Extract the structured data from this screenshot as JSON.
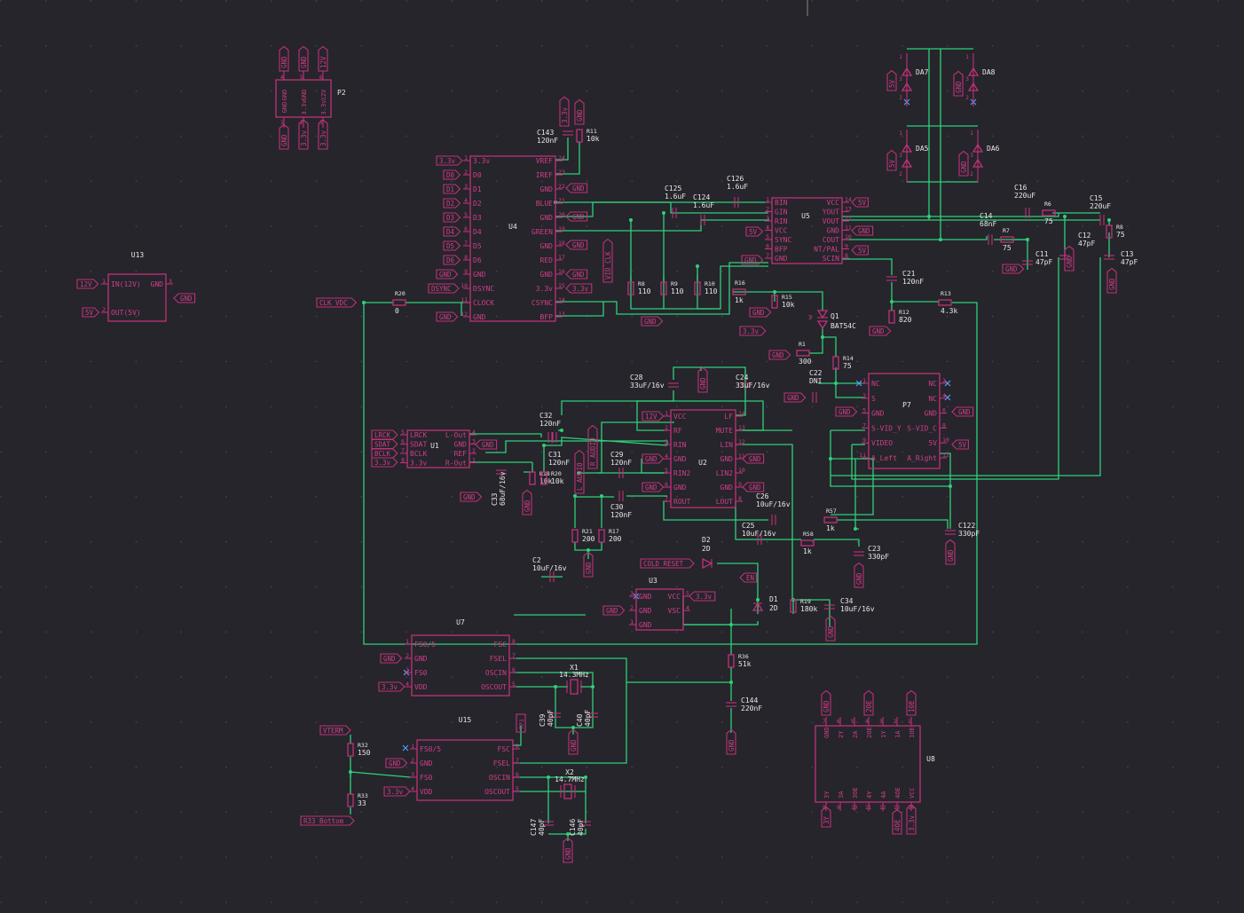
{
  "colors": {
    "background": "#25252b",
    "wire": "#2fd17a",
    "component": "#c2307a",
    "pin_text": "#d23d8a",
    "ref_text": "#e8e8e8",
    "no_connect": "#5aa0ff"
  },
  "chips": [
    {
      "id": "u4",
      "ref": "U4",
      "left": [
        [
          "3.3v",
          "1"
        ],
        [
          "D0",
          "2"
        ],
        [
          "D1",
          "3"
        ],
        [
          "D2",
          "4"
        ],
        [
          "D3",
          "5"
        ],
        [
          "D4",
          "6"
        ],
        [
          "D5",
          "7"
        ],
        [
          "D6",
          "8"
        ],
        [
          "GND",
          "9"
        ],
        [
          "DSYNC",
          "10"
        ],
        [
          "CLOCK",
          "11"
        ],
        [
          "GND",
          "12"
        ]
      ],
      "right": [
        [
          "VREF",
          "24"
        ],
        [
          "IREF",
          "23"
        ],
        [
          "GND",
          "22"
        ],
        [
          "BLUE",
          "21"
        ],
        [
          "GND",
          "20"
        ],
        [
          "GREEN",
          "19"
        ],
        [
          "GND",
          "18"
        ],
        [
          "RED",
          "17"
        ],
        [
          "GND",
          "16"
        ],
        [
          "3.3v",
          "15"
        ],
        [
          "CSYNC",
          "14"
        ],
        [
          "BFP",
          "13"
        ]
      ]
    },
    {
      "id": "u5",
      "ref": "U5",
      "left": [
        [
          "BIN",
          "1"
        ],
        [
          "GIN",
          "2"
        ],
        [
          "RIN",
          "3"
        ],
        [
          "VCC",
          "4"
        ],
        [
          "SYNC",
          "5"
        ],
        [
          "BFP",
          "6"
        ],
        [
          "GND",
          "7"
        ]
      ],
      "right": [
        [
          "VCC",
          "14"
        ],
        [
          "YOUT",
          "13"
        ],
        [
          "VOUT",
          "12"
        ],
        [
          "GND",
          "11"
        ],
        [
          "COUT",
          "10"
        ],
        [
          "NT/PAL",
          "9"
        ],
        [
          "SCIN",
          "8"
        ]
      ]
    },
    {
      "id": "u2",
      "ref": "U2",
      "left": [
        [
          "VCC",
          "1"
        ],
        [
          "RF",
          "2"
        ],
        [
          "RIN",
          "3"
        ],
        [
          "GND",
          "4"
        ],
        [
          "RIN2",
          "5"
        ],
        [
          "GND",
          "6"
        ],
        [
          "ROUT",
          "7"
        ]
      ],
      "right": [
        [
          "LF",
          "14"
        ],
        [
          "MUTE",
          "13"
        ],
        [
          "LIN",
          "12"
        ],
        [
          "GND",
          "11"
        ],
        [
          "LIN2",
          "10"
        ],
        [
          "GND",
          "9"
        ],
        [
          "LOUT",
          "8"
        ]
      ]
    },
    {
      "id": "u1",
      "ref": "U1",
      "left": [
        [
          "LRCK",
          "5"
        ],
        [
          "SDAT",
          "6"
        ],
        [
          "BCLK",
          "7"
        ],
        [
          "3.3v",
          "8"
        ]
      ],
      "right": [
        [
          "L-Out",
          "4"
        ],
        [
          "GND",
          "3"
        ],
        [
          "REF",
          "2"
        ],
        [
          "R-Out",
          "1"
        ]
      ]
    },
    {
      "id": "u13",
      "ref": "U13",
      "left": [
        [
          "IN(12V)",
          "1"
        ],
        [
          "OUT(5V)",
          "2"
        ]
      ],
      "right": [
        [
          "GND",
          "3"
        ]
      ]
    },
    {
      "id": "u7",
      "ref": "U7",
      "left": [
        [
          "FS0/5",
          "1"
        ],
        [
          "GND",
          "2"
        ],
        [
          "FS0",
          "3"
        ],
        [
          "VDD",
          "4"
        ]
      ],
      "right": [
        [
          "FSC",
          "8"
        ],
        [
          "FSEL",
          "7"
        ],
        [
          "OSCIN",
          "6"
        ],
        [
          "OSCOUT",
          "5"
        ]
      ]
    },
    {
      "id": "u15",
      "ref": "U15",
      "left": [
        [
          "FS0/5",
          "1"
        ],
        [
          "GND",
          "2"
        ],
        [
          "FS0",
          "3"
        ],
        [
          "VDD",
          "4"
        ]
      ],
      "right": [
        [
          "FSC",
          "8"
        ],
        [
          "FSEL",
          "7"
        ],
        [
          "OSCIN",
          "6"
        ],
        [
          "OSCOUT",
          "5"
        ]
      ]
    },
    {
      "id": "u3",
      "ref": "U3",
      "left": [
        [
          "GND",
          "3"
        ],
        [
          "GND",
          "2"
        ],
        [
          "GND",
          "1"
        ]
      ],
      "right": [
        [
          "VCC",
          "5"
        ],
        [
          "VSC",
          "4"
        ]
      ]
    },
    {
      "id": "p7",
      "ref": "P7",
      "left": [
        [
          "NC",
          "1"
        ],
        [
          "S",
          "3"
        ],
        [
          "GND",
          "5"
        ],
        [
          "S-VID_Y",
          "7"
        ],
        [
          "VIDEO",
          "9"
        ],
        [
          "A_Left",
          "11"
        ]
      ],
      "right": [
        [
          "NC",
          "2"
        ],
        [
          "NC",
          "4"
        ],
        [
          "GND",
          "6"
        ],
        [
          "S-VID_C",
          "8"
        ],
        [
          "5V",
          "10"
        ],
        [
          "A_Right",
          "12"
        ]
      ]
    },
    {
      "id": "u8",
      "ref": "U8",
      "top": [
        [
          "GND",
          "7"
        ],
        [
          "2Y",
          "6"
        ],
        [
          "2A",
          "5"
        ],
        [
          "2OE",
          "4"
        ],
        [
          "1Y",
          "3"
        ],
        [
          "1A",
          "2"
        ],
        [
          "1OE",
          "1"
        ]
      ],
      "bottom": [
        [
          "3Y",
          "8"
        ],
        [
          "3A",
          "9"
        ],
        [
          "3OE",
          "10"
        ],
        [
          "4Y",
          "11"
        ],
        [
          "4A",
          "12"
        ],
        [
          "4OE",
          "13"
        ],
        [
          "VCC",
          "14"
        ]
      ]
    },
    {
      "id": "p2",
      "ref": "P2",
      "inner": [
        [
          "GND",
          "4"
        ],
        [
          "GND",
          "5"
        ],
        [
          "12V",
          "6"
        ],
        [
          "GND",
          "1"
        ],
        [
          "3.3v",
          "2"
        ],
        [
          "3.3v",
          "3"
        ]
      ]
    }
  ],
  "labels": [
    "GND",
    "12V",
    "3.3v",
    "5V",
    "D0",
    "D1",
    "D2",
    "D3",
    "D4",
    "D5",
    "D6",
    "DSYNC",
    "CLK_VDC",
    "VID_CLK",
    "L_AUDIO",
    "R_AUDIO",
    "LRCK",
    "SDAT",
    "BCLK",
    "COLD_RESET",
    "EN",
    "VTERM",
    "R33_Bottom",
    "TP1",
    "1OE",
    "2OE",
    "3OE",
    "4OE",
    "3Y"
  ],
  "component_refs": [
    [
      "C143",
      "120nF"
    ],
    [
      "R11",
      "10k"
    ],
    [
      "R20",
      "0"
    ],
    [
      "C125",
      "1.6uF"
    ],
    [
      "C124",
      "1.6uF"
    ],
    [
      "C126",
      "1.6uF"
    ],
    [
      "R8",
      "110"
    ],
    [
      "R9",
      "110"
    ],
    [
      "R10",
      "110"
    ],
    [
      "R16",
      "1k"
    ],
    [
      "R15",
      "10k"
    ],
    [
      "Q1",
      "BAT54C"
    ],
    [
      "R1",
      "300"
    ],
    [
      "R14",
      "75"
    ],
    [
      "C22",
      "DNI"
    ],
    [
      "C21",
      "120nF"
    ],
    [
      "R13",
      "4.3k"
    ],
    [
      "R12",
      "820"
    ],
    [
      "C16",
      "220uF"
    ],
    [
      "R6",
      "75"
    ],
    [
      "C15",
      "220uF"
    ],
    [
      "R8b",
      "75"
    ],
    [
      "C14",
      "68nF"
    ],
    [
      "R7",
      "75"
    ],
    [
      "C11",
      "47pF"
    ],
    [
      "C12",
      "47pF"
    ],
    [
      "C13",
      "47pF"
    ],
    [
      "DA7",
      ""
    ],
    [
      "DA8",
      ""
    ],
    [
      "DA5",
      ""
    ],
    [
      "DA6",
      ""
    ],
    [
      "C28",
      "33uF/16v"
    ],
    [
      "C24",
      "33uF/16v"
    ],
    [
      "C32",
      "120nF"
    ],
    [
      "C31",
      "120nF"
    ],
    [
      "C29",
      "120nF"
    ],
    [
      "C30",
      "120nF"
    ],
    [
      "C33",
      "68uF/16v"
    ],
    [
      "R18",
      "10k"
    ],
    [
      "R20b",
      "10k"
    ],
    [
      "R21",
      "200"
    ],
    [
      "R17",
      "200"
    ],
    [
      "C2",
      "10uF/16v"
    ],
    [
      "C26",
      "10uF/16v"
    ],
    [
      "C25",
      "10uF/16v"
    ],
    [
      "R57",
      "1k"
    ],
    [
      "R58",
      "1k"
    ],
    [
      "C23",
      "330pF"
    ],
    [
      "C122",
      "330pF"
    ],
    [
      "D2",
      "2D"
    ],
    [
      "D1",
      "2D"
    ],
    [
      "R19",
      "180k"
    ],
    [
      "C34",
      "10uF/16v"
    ],
    [
      "R36",
      "51k"
    ],
    [
      "C144",
      "220nF"
    ],
    [
      "X1",
      "14.3MHz"
    ],
    [
      "C39",
      "40pF"
    ],
    [
      "C40",
      "40pF"
    ],
    [
      "X2",
      "14.7MHz"
    ],
    [
      "C147",
      "40pF"
    ],
    [
      "C146",
      "40pF"
    ],
    [
      "R32",
      "150"
    ],
    [
      "R33",
      "33"
    ]
  ]
}
